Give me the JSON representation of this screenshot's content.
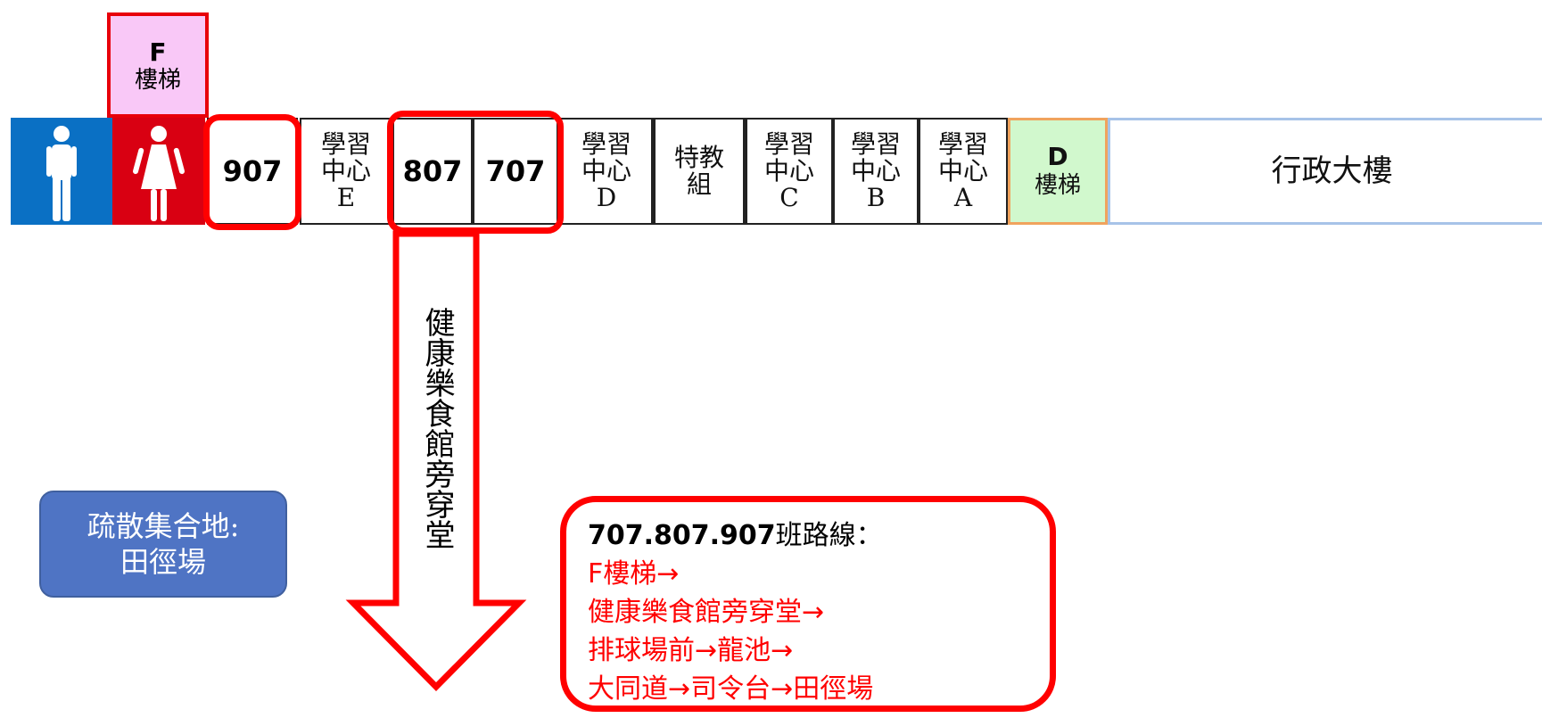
{
  "f_stair": {
    "letter": "F",
    "word": "樓梯"
  },
  "restrooms": {
    "male": "male-restroom",
    "female": "female-restroom"
  },
  "rooms": {
    "r907": "907",
    "center_e": [
      "學習",
      "中心",
      "E"
    ],
    "r807": "807",
    "r707": "707",
    "center_d": [
      "學習",
      "中心",
      "D"
    ],
    "special_ed": [
      "特教",
      "組"
    ],
    "center_c": [
      "學習",
      "中心",
      "C"
    ],
    "center_b": [
      "學習",
      "中心",
      "B"
    ],
    "center_a": [
      "學習",
      "中心",
      "A"
    ]
  },
  "d_stair": {
    "letter": "D",
    "word": "樓梯"
  },
  "admin_building": "行政大樓",
  "arrow_label": "健康樂食館旁穿堂",
  "assembly": {
    "line1": "疏散集合地:",
    "line2": "田徑場"
  },
  "route": {
    "title_bold": "707.807.907",
    "title_rest": "班路線：",
    "steps": [
      "F樓梯→",
      "健康樂食館旁穿堂→",
      "排球場前→龍池→",
      "大同道→司令台→田徑場"
    ]
  },
  "colors": {
    "highlight": "#ff0000",
    "male": "#0a70c4",
    "female": "#d90012",
    "f_stair_bg": "#f9c8f7",
    "d_stair_bg": "#d1f8cd",
    "assembly_bg": "#4f74c4"
  }
}
